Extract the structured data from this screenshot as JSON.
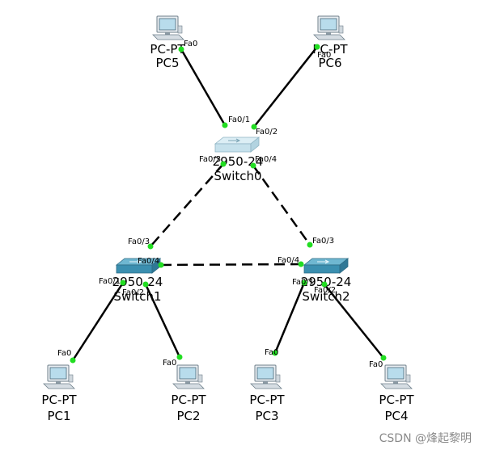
{
  "devices": {
    "pc5": {
      "model": "PC-PT",
      "name": "PC5"
    },
    "pc6": {
      "model": "PC-PT",
      "name": "PC6"
    },
    "switch0": {
      "model": "2950-24",
      "name": "Switch0"
    },
    "switch1": {
      "model": "2950-24",
      "name": "Switch1"
    },
    "switch2": {
      "model": "2950-24",
      "name": "Switch2"
    },
    "pc1": {
      "model": "PC-PT",
      "name": "PC1"
    },
    "pc2": {
      "model": "PC-PT",
      "name": "PC2"
    },
    "pc3": {
      "model": "PC-PT",
      "name": "PC3"
    },
    "pc4": {
      "model": "PC-PT",
      "name": "PC4"
    }
  },
  "ports": {
    "pc5_fa0": "Fa0",
    "pc6_fa0": "Fa0",
    "sw0_fa0_1": "Fa0/1",
    "sw0_fa0_2": "Fa0/2",
    "sw0_fa0_3": "Fa0/3",
    "sw0_fa0_4": "Fa0/4",
    "sw1_fa0_3": "Fa0/3",
    "sw1_fa0_4": "Fa0/4",
    "sw1_fa0_1": "Fa0/1",
    "sw1_fa0_2": "Fa0/2",
    "sw2_fa0_3": "Fa0/3",
    "sw2_fa0_4": "Fa0/4",
    "sw2_fa0_1": "Fa0/1",
    "sw2_fa0_2": "Fa0/2",
    "pc1_fa0": "Fa0",
    "pc2_fa0": "Fa0",
    "pc3_fa0": "Fa0",
    "pc4_fa0": "Fa0"
  },
  "colors": {
    "link": "#000000",
    "port_up": "#22dd22",
    "switch_body": "#3b8fb0",
    "switch_top": "#9fd3e8",
    "pc_screen": "#b8dcec",
    "pc_body": "#e9eef2"
  },
  "watermark": "CSDN @烽起黎明"
}
